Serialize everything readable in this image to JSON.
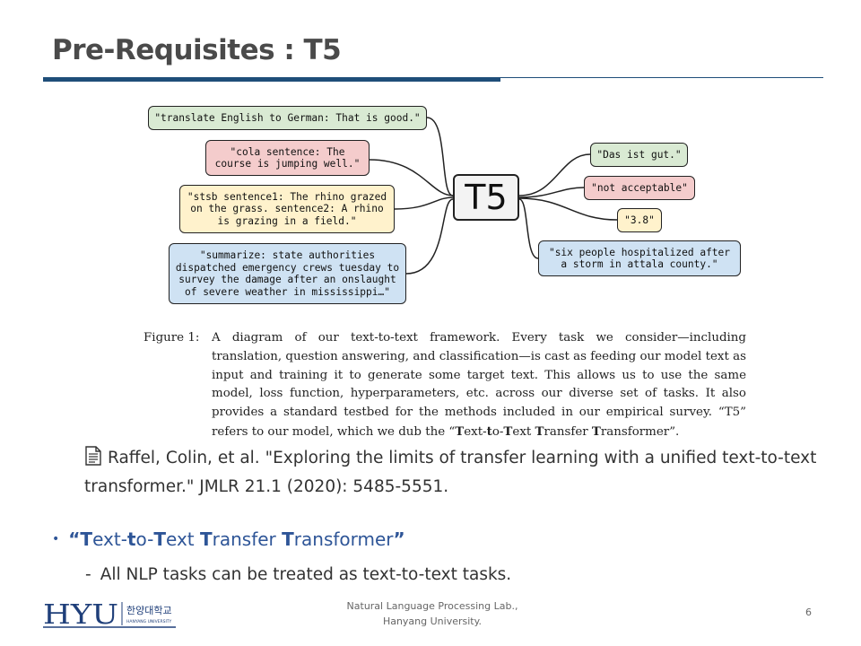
{
  "slide": {
    "title": "Pre-Requisites : T5"
  },
  "diagram": {
    "center_label": "T5",
    "inputs": [
      "\"translate English to German: That is good.\"",
      "\"cola sentence: The\ncourse is jumping well.\"",
      "\"stsb sentence1: The rhino grazed\non the grass. sentence2: A rhino\nis grazing in a field.\"",
      "\"summarize: state authorities\ndispatched emergency crews tuesday to\nsurvey the damage after an onslaught\nof severe weather in mississippi…\""
    ],
    "outputs": [
      "\"Das ist gut.\"",
      "\"not acceptable\"",
      "\"3.8\"",
      "\"six people hospitalized after\na storm in attala county.\""
    ],
    "colors": {
      "green": "#d9ead3",
      "red": "#f4cccc",
      "yellow": "#fff2cc",
      "blue": "#cfe2f3"
    }
  },
  "caption": {
    "label": "Figure 1:",
    "text_before": "A diagram of our text-to-text framework. Every task we consider—including translation, question answering, and classification—is cast as feeding our model text as input and training it to generate some target text. This allows us to use the same model, loss function, hyperparameters, etc. across our diverse set of tasks. It also provides a standard testbed for the methods included in our empirical survey. “T5” refers to our model, which we dub the “",
    "dub_parts": [
      {
        "b": "T",
        "r": "ext-"
      },
      {
        "b": "t",
        "r": "o-"
      },
      {
        "b": "T",
        "r": "ext "
      },
      {
        "b": "T",
        "r": "ransfer "
      },
      {
        "b": "T",
        "r": "ransformer"
      }
    ],
    "text_after": "”."
  },
  "citation": {
    "icon": "document-icon",
    "text": "Raffel, Colin, et al. \"Exploring the limits of transfer learning with a unified text-to-text transformer.\" JMLR 21.1 (2020): 5485-5551."
  },
  "bullets": {
    "open_quote": "“",
    "parts": [
      {
        "b": "T",
        "r": "ext-"
      },
      {
        "b": "t",
        "r": "o-"
      },
      {
        "b": "T",
        "r": "ext "
      },
      {
        "b": "T",
        "r": "ransfer "
      },
      {
        "b": "T",
        "r": "ransformer"
      }
    ],
    "close_quote": "”",
    "sub_dash": "-",
    "sub": "All NLP tasks can be treated as text-to-text tasks."
  },
  "footer": {
    "logo_text": "HYU",
    "logo_korean": "한양대학교",
    "logo_english": "HANYANG UNIVERSITY",
    "lab_line1": "Natural Language Processing  Lab.,",
    "lab_line2": "Hanyang University.",
    "page_number": "6"
  },
  "theme": {
    "accent": "#1f4e79",
    "bullet_color": "#2e5597"
  }
}
